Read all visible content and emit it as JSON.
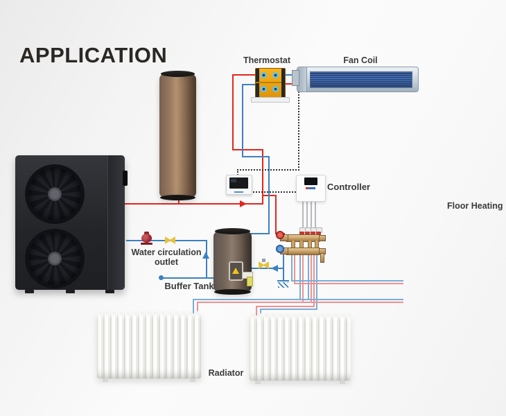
{
  "title": "APPLICATION",
  "labels": {
    "thermostat": "Thermostat",
    "fan_coil": "Fan Coil",
    "controller": "Controller",
    "floor_heating": "Floor Heating",
    "water_circulation_line1": "Water circulation",
    "water_circulation_line2": "outlet",
    "buffer_tank": "Buffer Tank",
    "radiator": "Radiator"
  },
  "colors": {
    "hot_supply_pipe": "#e3261d",
    "cold_return_pipe": "#3c80c2",
    "floor_loop_red": "#f09190",
    "floor_loop_blue": "#7aadd9",
    "label_text": "#3a3a3a",
    "title_text": "#2b2824"
  },
  "components": [
    {
      "name": "heat-pump"
    },
    {
      "name": "hot-water-tank"
    },
    {
      "name": "buffer-tank"
    },
    {
      "name": "thermostat-valve-block"
    },
    {
      "name": "fan-coil-unit"
    },
    {
      "name": "room-thermostat-display"
    },
    {
      "name": "controller-unit"
    },
    {
      "name": "floor-heating-manifold"
    },
    {
      "name": "radiator-left"
    },
    {
      "name": "radiator-right"
    },
    {
      "name": "circulation-pump"
    },
    {
      "name": "shutoff-valve"
    },
    {
      "name": "ground-drain-symbol"
    }
  ]
}
